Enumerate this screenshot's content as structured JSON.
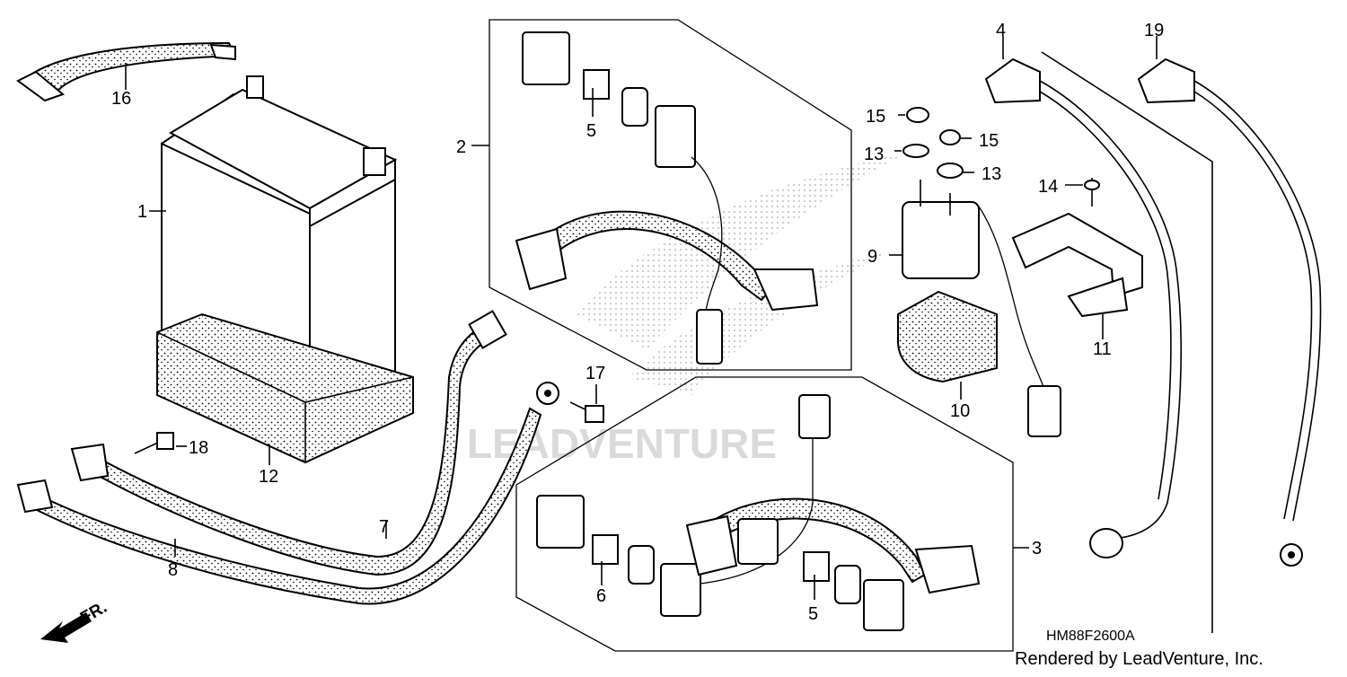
{
  "diagram": {
    "drawing_code": "HM88F2600A",
    "credit": "Rendered by LeadVenture, Inc.",
    "direction_label": "FR.",
    "watermark": "LEADVENTURE",
    "callouts": {
      "c1": "1",
      "c2": "2",
      "c3": "3",
      "c4": "4",
      "c5a": "5",
      "c5b": "5",
      "c6": "6",
      "c7": "7",
      "c8": "8",
      "c9": "9",
      "c10": "10",
      "c11": "11",
      "c12": "12",
      "c13a": "13",
      "c13b": "13",
      "c14": "14",
      "c15a": "15",
      "c15b": "15",
      "c16": "16",
      "c17": "17",
      "c18": "18",
      "c19": "19"
    }
  }
}
